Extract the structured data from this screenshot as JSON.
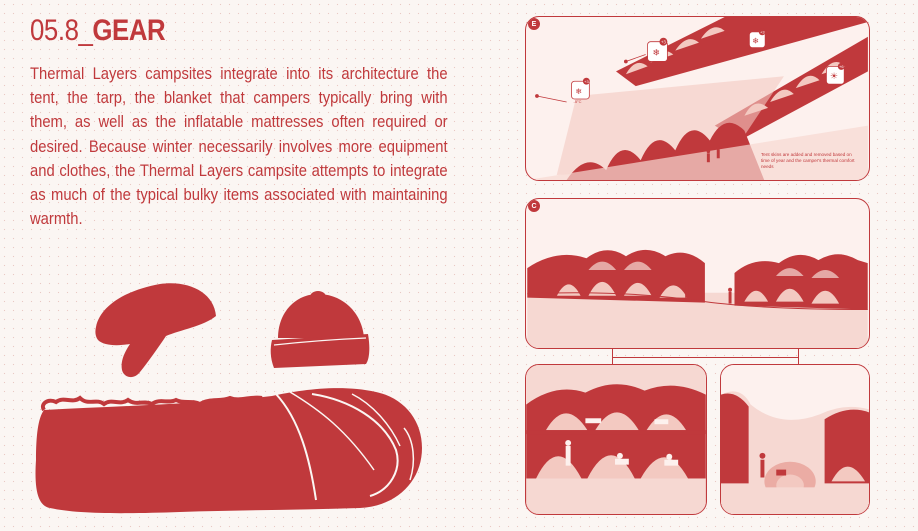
{
  "title": {
    "number": "05.8_",
    "word": "GEAR"
  },
  "description": "Thermal Layers campsites integrate into its architecture the tent, the tarp, the blanket that campers typically bring with them, as well as the inflatable mattresses often required or desired. Because winter necessarily involves more equipment and clothes, the Thermal Layers campsite attempts to integrate as much of the typical bulky items associated with maintaining warmth.",
  "colors": {
    "accent": "#c0393c",
    "light": "#f3c9c1",
    "paper": "#fbf6f3"
  },
  "panels": {
    "top": {
      "letter": "E",
      "note": "Tent skins are added and removed based on time of year and the camper's thermal comfort needs"
    },
    "middle": {
      "letter": "C"
    }
  },
  "callouts": [
    {
      "delta": "+3",
      "temperature": "-25°C",
      "icon": "snowflake-icon"
    },
    {
      "delta": "+3",
      "temperature": "0°C",
      "icon": "snowflake-icon"
    },
    {
      "delta": "+3",
      "temperature": "-5°C",
      "icon": "snowflake-icon"
    },
    {
      "delta": "+6",
      "temperature": "",
      "icon": "sun-icon"
    }
  ],
  "icons": [
    "mitten-icon",
    "winter-hat-icon",
    "sleeping-bag-icon"
  ]
}
